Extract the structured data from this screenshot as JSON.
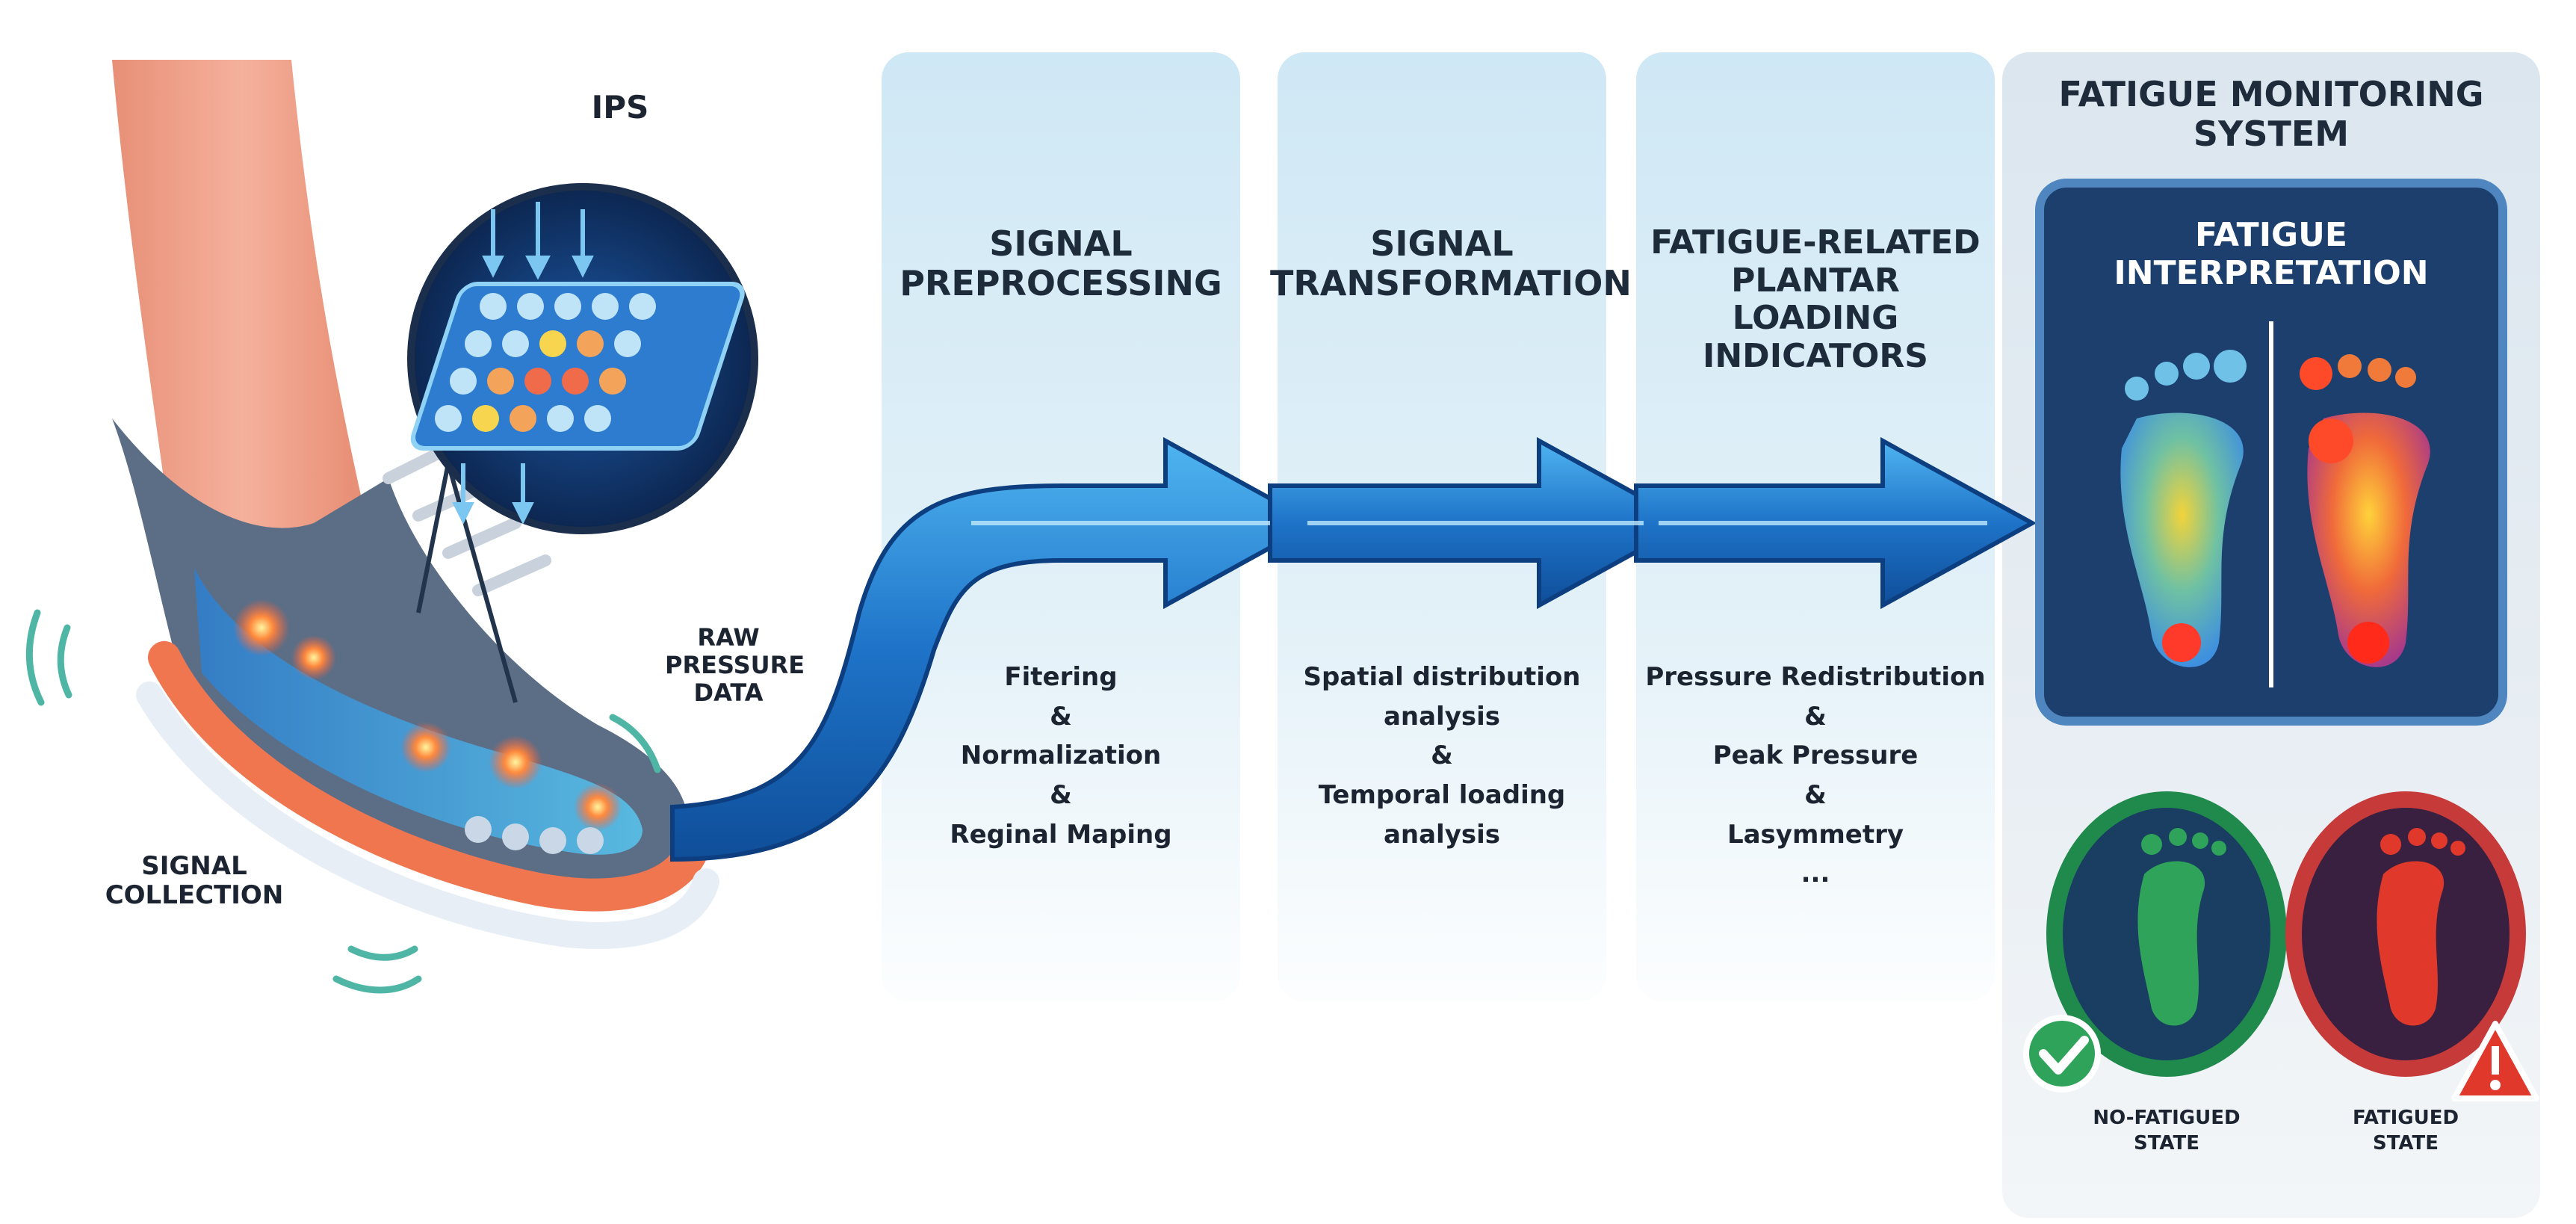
{
  "collection": {
    "ips_label": "IPS",
    "raw_data_label": "RAW\nPRESSURE\nDATA",
    "signal_collection_label": "SIGNAL\nCOLLECTION"
  },
  "stages": [
    {
      "title": "SIGNAL\nPREPROCESSING",
      "body": "Fitering\n&\nNormalization\n&\nReginal Maping"
    },
    {
      "title": "SIGNAL\nTRANSFORMATION",
      "body": "Spatial distribution\nanalysis\n&\nTemporal loading\nanalysis"
    },
    {
      "title": "FATIGUE-RELATED\nPLANTAR\nLOADING\nINDICATORS",
      "body": "Pressure Redistribution\n&\nPeak Pressure\n&\nLasymmetry\n..."
    }
  ],
  "monitoring": {
    "title": "FATIGUE MONITORING\nSYSTEM",
    "interpretation_label": "FATIGUE\nINTERPRETATION",
    "states": [
      {
        "label": "NO-FATIGUED\nSTATE",
        "color": "#2fa35a",
        "icon": "check-icon"
      },
      {
        "label": "FATIGUED\nSTATE",
        "color": "#e0392b",
        "icon": "warning-icon"
      }
    ]
  },
  "colors": {
    "panel_bg": "#d6ecf7",
    "arrow": "#1e73c8",
    "monitor_bg": "#1c3f6e",
    "shoe": "#5a6b80",
    "skin": "#f2a48d",
    "sole_orange": "#f07650"
  }
}
